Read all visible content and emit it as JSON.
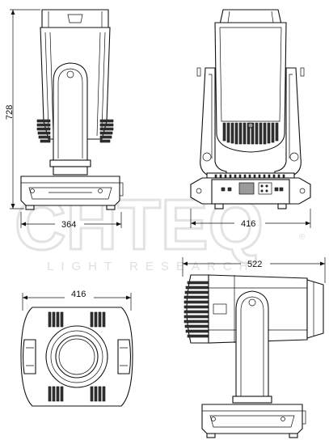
{
  "dimensions": {
    "height_side": "728",
    "width_side": "364",
    "width_front": "416",
    "width_top": "416",
    "length_lying": "522"
  },
  "watermark": {
    "brand": "CHTEQ",
    "tagline": "LIGHT RESEARCH",
    "registered": "®"
  },
  "colors": {
    "line": "#111111",
    "fill": "#ffffff",
    "watermark": "#e3e3e3"
  }
}
